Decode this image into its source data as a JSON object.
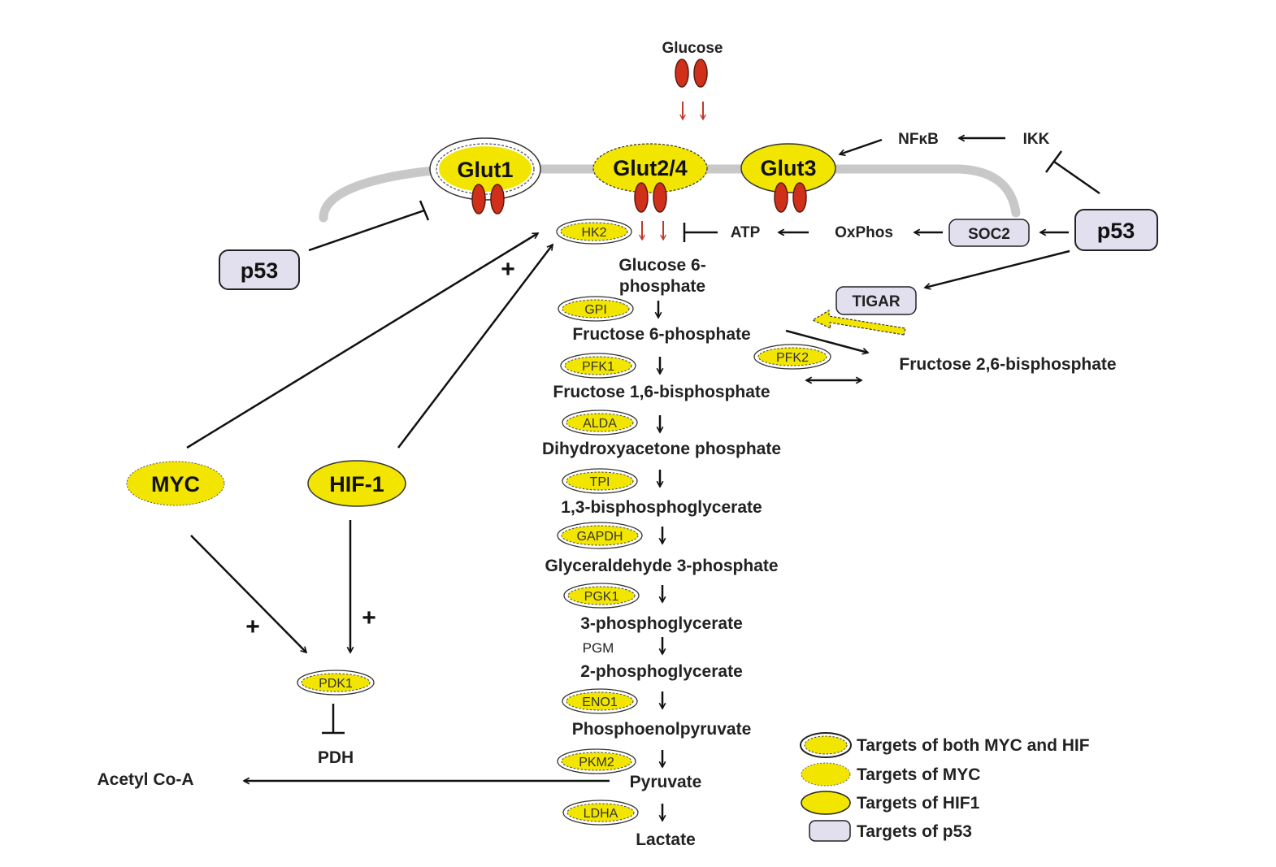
{
  "nodes": {
    "glucose": "Glucose",
    "glut1": "Glut1",
    "glut24": "Glut2/4",
    "glut3": "Glut3",
    "nfkb": "NFκB",
    "ikk": "IKK",
    "p53_left": "p53",
    "p53_right": "p53",
    "atp": "ATP",
    "oxphos": "OxPhos",
    "soc2": "SOC2",
    "tigar": "TIGAR",
    "myc": "MYC",
    "hif1": "HIF-1",
    "pdk1": "PDK1",
    "pdh": "PDH",
    "acetyl_coa": "Acetyl Co-A",
    "f26bp": "Fructose 2,6-bisphosphate",
    "pfk2": "PFK2"
  },
  "pathway": {
    "hk2": "HK2",
    "g6p_line1": "Glucose 6-",
    "g6p_line2": "phosphate",
    "gpi": "GPI",
    "f6p": "Fructose 6-phosphate",
    "pfk1": "PFK1",
    "f16bp": "Fructose 1,6-bisphosphate",
    "alda": "ALDA",
    "dhap": "Dihydroxyacetone phosphate",
    "tpi": "TPI",
    "bpg13": "1,3-bisphosphoglycerate",
    "gapdh": "GAPDH",
    "g3p": "Glyceraldehyde 3-phosphate",
    "pgk1": "PGK1",
    "pg3": "3-phosphoglycerate",
    "pgm": "PGM",
    "pg2": "2-phosphoglycerate",
    "eno1": "ENO1",
    "pep": "Phosphoenolpyruvate",
    "pkm2": "PKM2",
    "pyruvate": "Pyruvate",
    "ldha": "LDHA",
    "lactate": "Lactate"
  },
  "signs": {
    "plus": "+"
  },
  "legend": {
    "both": "Targets of both MYC and HIF",
    "myc": "Targets of MYC",
    "hif1": "Targets of HIF1",
    "p53": "Targets of p53"
  },
  "colors": {
    "target_yellow": "#f2e600",
    "p53_box": "#e2dfee",
    "transporter_red": "#d0301a",
    "membrane": "#c8c8c8",
    "arrow": "#111111"
  }
}
